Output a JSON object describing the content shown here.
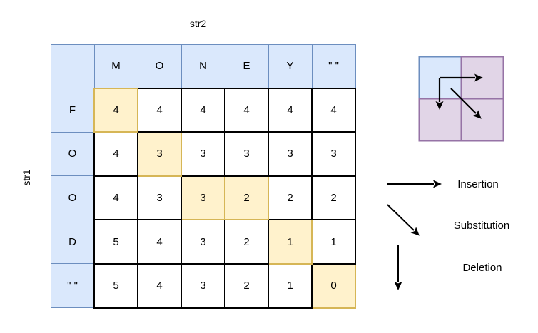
{
  "labels": {
    "top": "str2",
    "left": "str1"
  },
  "matrix": {
    "col_headers": [
      "",
      "M",
      "O",
      "N",
      "E",
      "Y",
      "\" \""
    ],
    "rows": [
      {
        "label": "F",
        "values": [
          4,
          4,
          4,
          4,
          4,
          4
        ],
        "highlight": [
          0
        ]
      },
      {
        "label": "O",
        "values": [
          4,
          3,
          3,
          3,
          3,
          3
        ],
        "highlight": [
          1
        ]
      },
      {
        "label": "O",
        "values": [
          4,
          3,
          3,
          2,
          2,
          2
        ],
        "highlight": [
          2,
          3
        ]
      },
      {
        "label": "D",
        "values": [
          5,
          4,
          3,
          2,
          1,
          1
        ],
        "highlight": [
          4
        ]
      },
      {
        "label": "\" \"",
        "values": [
          5,
          4,
          3,
          2,
          1,
          0
        ],
        "highlight": [
          5
        ]
      }
    ]
  },
  "mini_grid": {
    "cells": [
      "current-cell",
      "insertion-target-cell",
      "deletion-target-cell",
      "substitution-target-cell"
    ]
  },
  "legend": {
    "items": [
      {
        "label": "Insertion",
        "arrow": "right"
      },
      {
        "label": "Substitution",
        "arrow": "diagonal-down-right"
      },
      {
        "label": "Deletion",
        "arrow": "down"
      }
    ]
  },
  "colors": {
    "blue_fill": "#dae8fc",
    "blue_border": "#6c8ebf",
    "yellow_fill": "#fff2cc",
    "yellow_border": "#d6b656",
    "purple_fill": "#e1d5e7",
    "purple_border": "#9673a6",
    "cell_border": "#000000",
    "arrow": "#000000"
  }
}
